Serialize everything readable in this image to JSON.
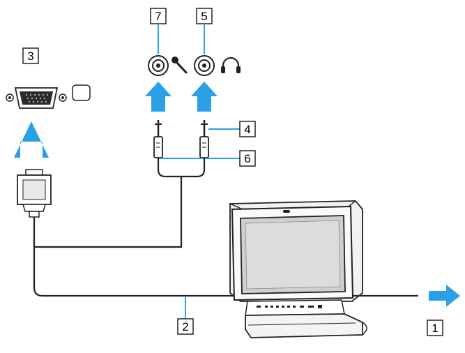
{
  "callouts": {
    "c1": "1",
    "c2": "2",
    "c3": "3",
    "c4": "4",
    "c5": "5",
    "c6": "6",
    "c7": "7"
  },
  "icons": {
    "vga": "monitor-port-icon",
    "mic": "microphone-icon",
    "headphones": "headphones-icon",
    "arrow": "arrow-icon"
  },
  "colors": {
    "arrow": "#2aa0e6",
    "callout_line": "#2aa0e6",
    "stroke": "#222222",
    "screen": "#cfcfcf",
    "screen_inner": "#dcdcdc"
  }
}
